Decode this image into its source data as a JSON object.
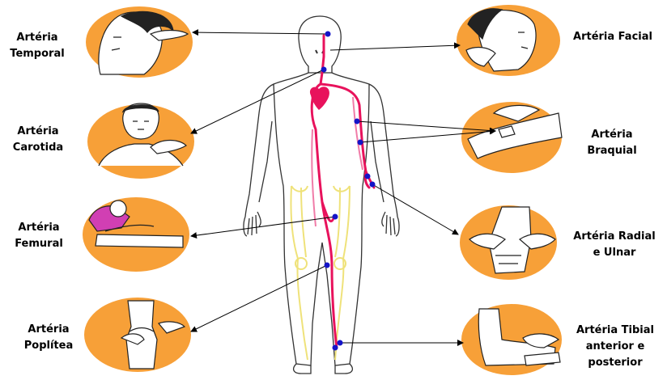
{
  "labels": {
    "temporal": [
      "Artéria",
      "Temporal"
    ],
    "carotida": [
      "Artéria",
      "Carotida"
    ],
    "femural": [
      "Artéria",
      "Femural"
    ],
    "poplitea": [
      "Artéria",
      "Poplítea"
    ],
    "facial": [
      "Artéria Facial"
    ],
    "braquial": [
      "Artéria",
      "Braquial"
    ],
    "radial": [
      "Artéria Radial",
      "e Ulnar"
    ],
    "tibial": [
      "Artéria Tibial",
      "anterior e",
      "posterior"
    ]
  },
  "colors": {
    "circle_fill": "#F7A038",
    "artery": "#E8125C",
    "artery_light": "#F07CA8",
    "bone": "#EFE27A",
    "pulse_dot": "#1414C8",
    "outline": "#333333"
  },
  "icons": {
    "temporal": "fingers-at-temple-icon",
    "facial": "fingers-at-jaw-icon",
    "carotida": "fingers-at-neck-icon",
    "braquial": "fingers-at-inner-arm-icon",
    "femural": "fingers-at-groin-icon",
    "radial": "fingers-at-wrist-icon",
    "poplitea": "fingers-behind-knee-icon",
    "tibial": "fingers-at-ankle-icon"
  }
}
